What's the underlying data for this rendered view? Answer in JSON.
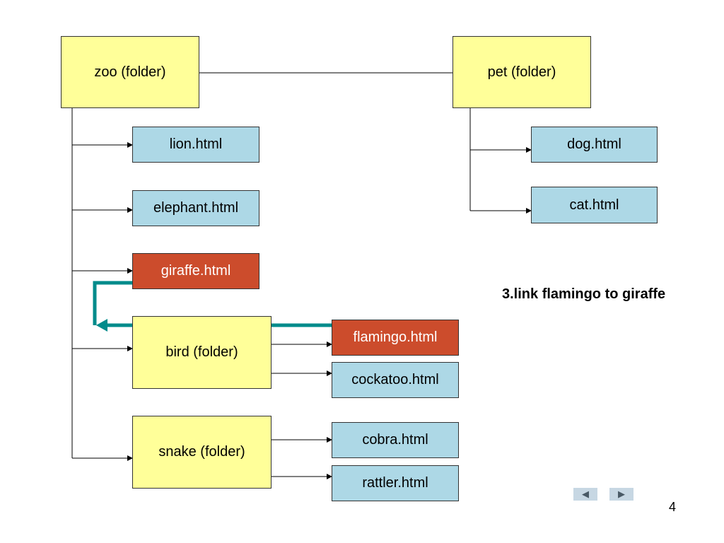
{
  "diagram": {
    "folders": {
      "zoo": "zoo (folder)",
      "pet": "pet (folder)",
      "bird": "bird (folder)",
      "snake": "snake (folder)"
    },
    "files": {
      "lion": "lion.html",
      "elephant": "elephant.html",
      "giraffe": "giraffe.html",
      "flamingo": "flamingo.html",
      "cockatoo": "cockatoo.html",
      "cobra": "cobra.html",
      "rattler": "rattler.html",
      "dog": "dog.html",
      "cat": "cat.html"
    },
    "caption": "3.link flamingo to giraffe",
    "colors": {
      "folder": "#ffff99",
      "file": "#add8e6",
      "highlight": "#cc4c2c",
      "link_arrow": "#008b8b"
    }
  },
  "navigation": {
    "prev_icon": "◀",
    "next_icon": "▶",
    "page_number": "4"
  }
}
